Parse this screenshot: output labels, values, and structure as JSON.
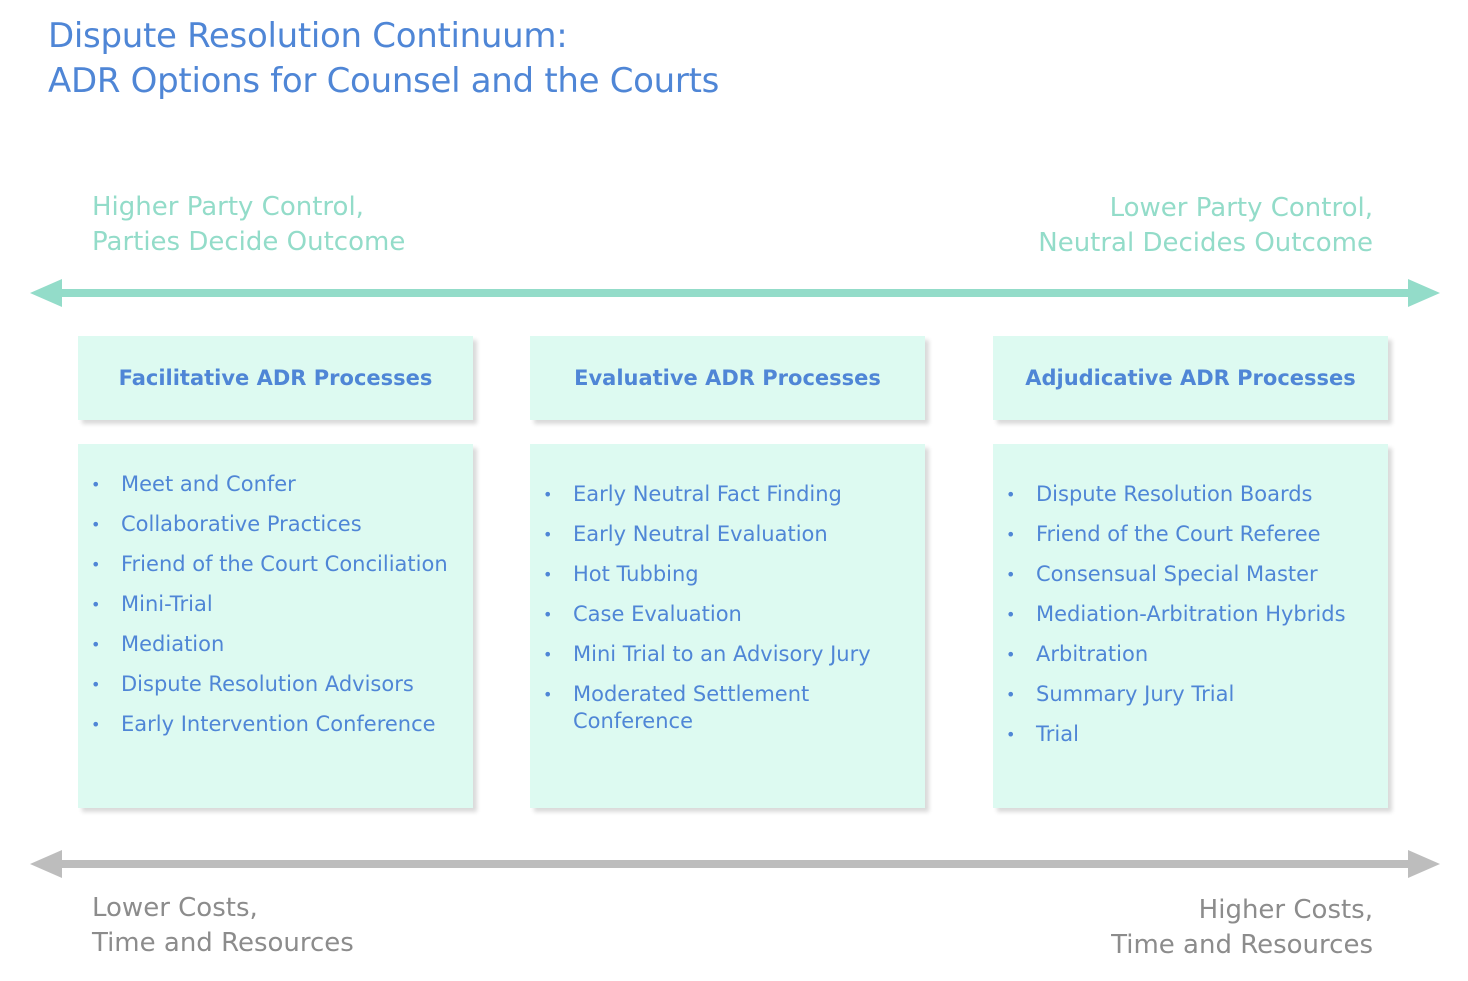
{
  "title": {
    "line1": "Dispute Resolution Continuum:",
    "line2": "ADR Options for Counsel and the Courts"
  },
  "control_axis": {
    "left_line1": "Higher Party Control,",
    "left_line2": "Parties Decide Outcome",
    "right_line1": "Lower Party Control,",
    "right_line2": "Neutral Decides Outcome",
    "color": "#93DCC9"
  },
  "cost_axis": {
    "left_line1": "Lower Costs,",
    "left_line2": "Time and Resources",
    "right_line1": "Higher Costs,",
    "right_line2": "Time and Resources",
    "color": "#BDBDBD"
  },
  "columns": [
    {
      "heading": "Facilitative ADR Processes",
      "items": [
        "Meet and Confer",
        "Collaborative Practices",
        "Friend of the Court Conciliation",
        "Mini-Trial",
        "Mediation",
        "Dispute Resolution Advisors",
        "Early Intervention Conference"
      ]
    },
    {
      "heading": "Evaluative ADR Processes",
      "items": [
        "Early Neutral Fact Finding",
        "Early Neutral Evaluation",
        "Hot Tubbing",
        "Case Evaluation",
        "Mini Trial to an Advisory Jury",
        "Moderated Settlement Conference"
      ]
    },
    {
      "heading": "Adjudicative ADR Processes",
      "items": [
        "Dispute Resolution Boards",
        "Friend of the Court Referee",
        "Consensual Special Master",
        "Mediation-Arbitration Hybrids",
        "Arbitration",
        "Summary Jury Trial",
        "Trial"
      ]
    }
  ],
  "colors": {
    "accent_blue": "#4F86D6",
    "box_fill": "#DDFAF1"
  }
}
